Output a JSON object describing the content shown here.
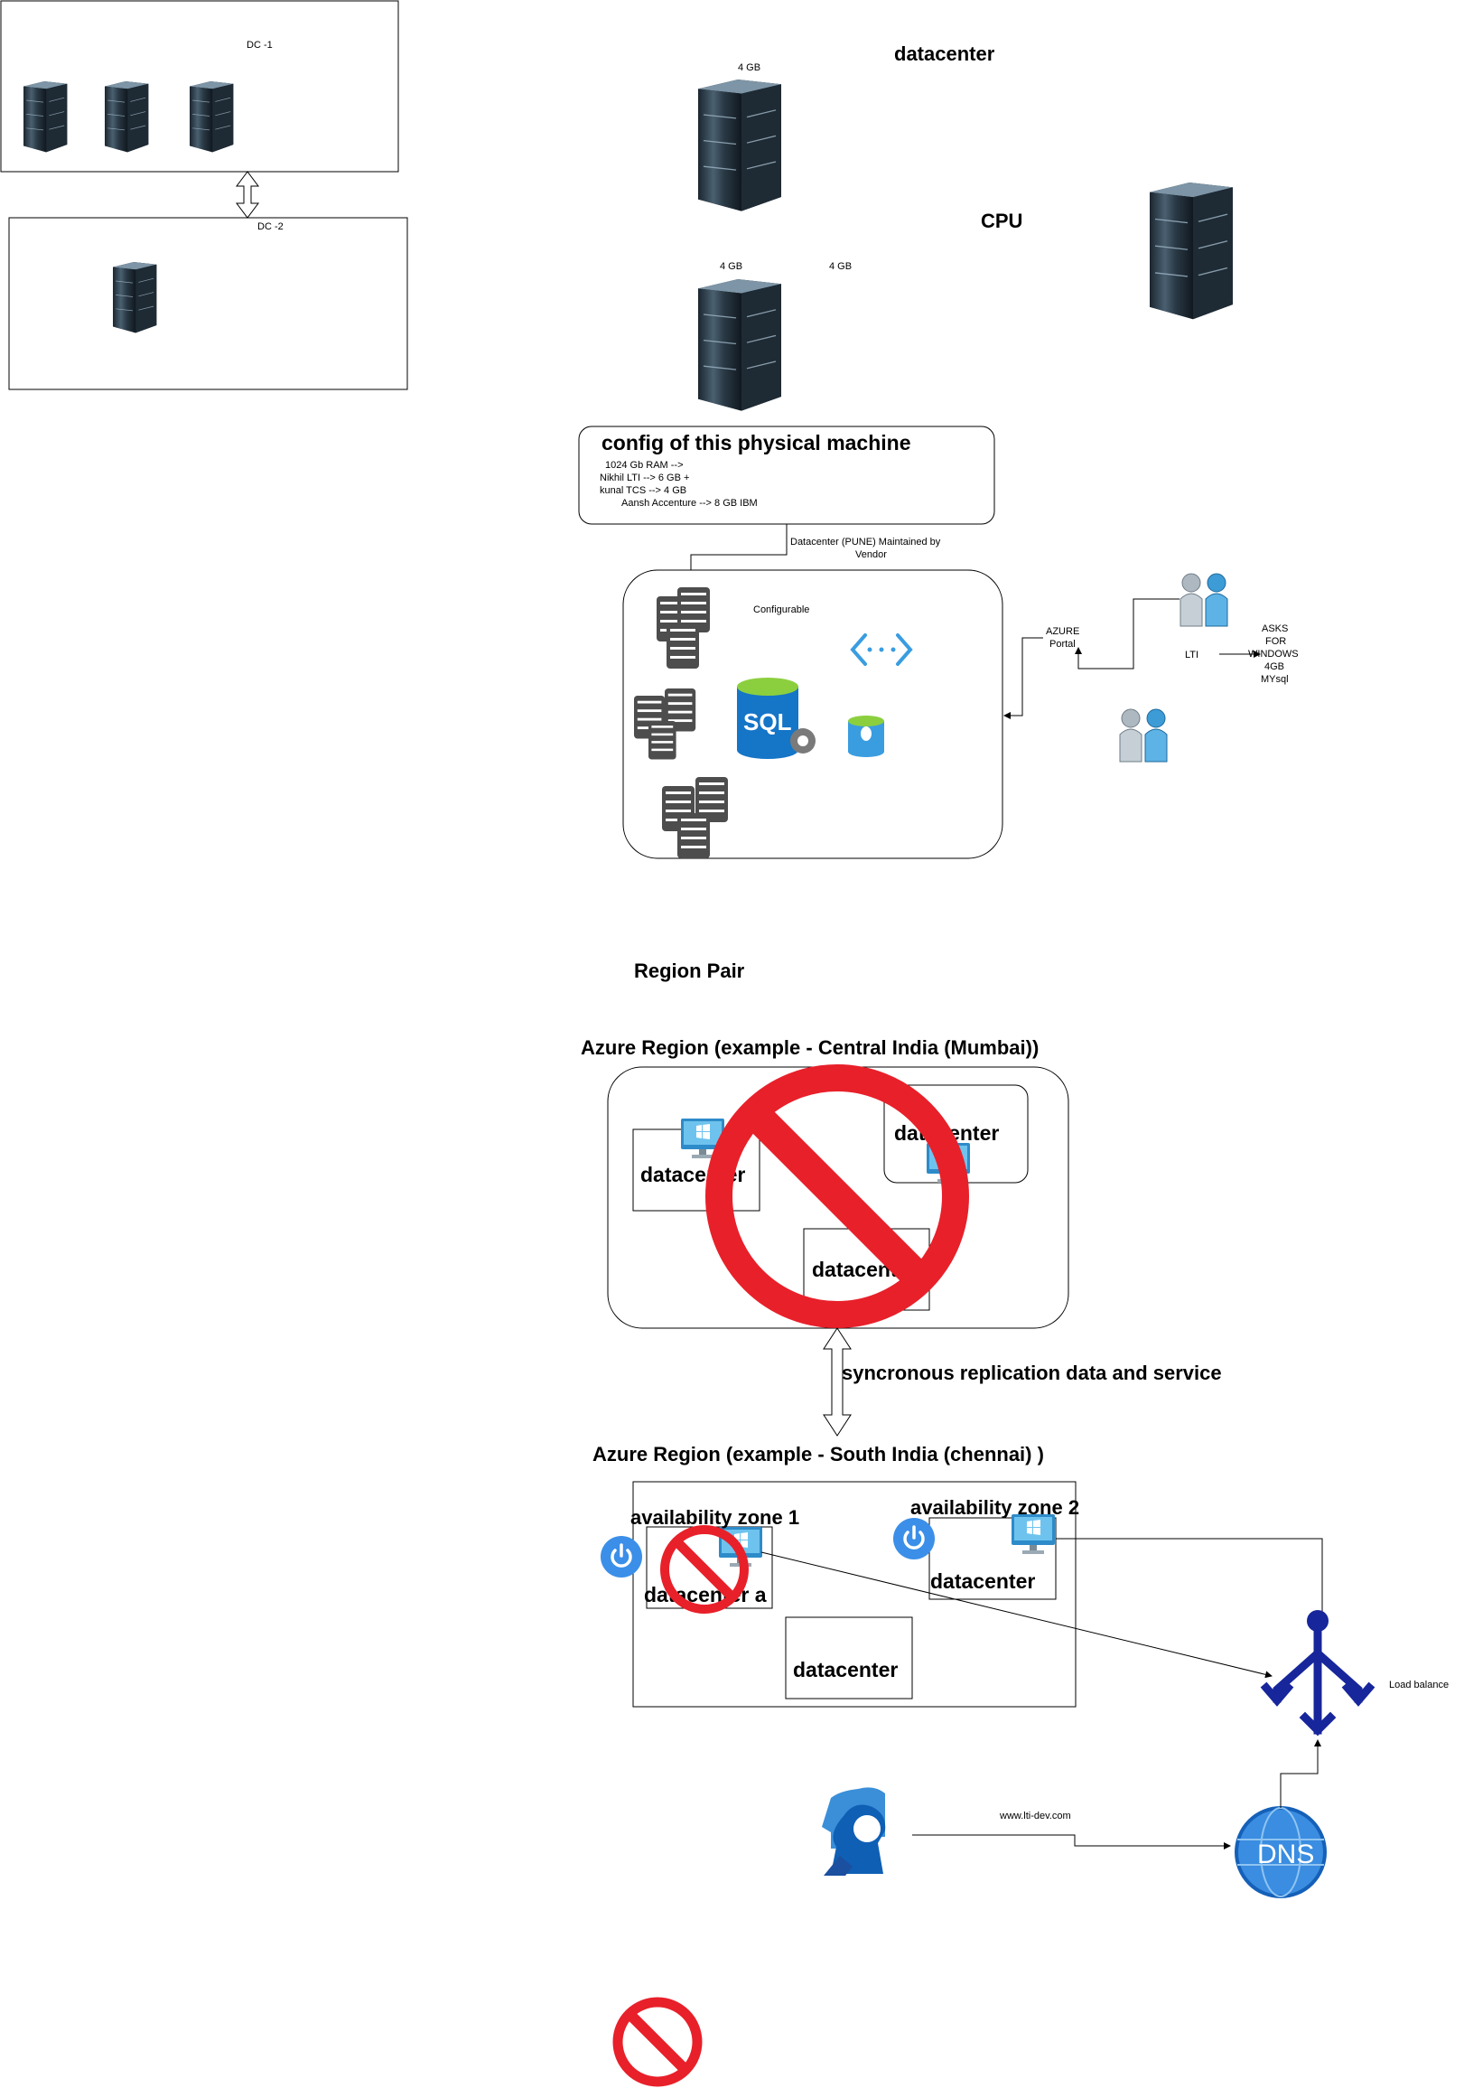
{
  "top": {
    "dc1_label": "DC -1",
    "dc2_label": "DC -2",
    "title_datacenter": "datacenter",
    "title_cpu": "CPU",
    "ram_a": "4 GB",
    "ram_b": "4 GB",
    "ram_c": "4 GB"
  },
  "config": {
    "title": "config of this physical machine",
    "lines": [
      "1024 Gb RAM  -->",
      "Nikhil LTI --> 6 GB +",
      "kunal TCS --> 4 GB",
      "Aansh Accenture -->  8 GB IBM"
    ]
  },
  "pune": {
    "label_line1": "Datacenter (PUNE) Maintained by",
    "label_line2": "Vendor",
    "configurable": "Configurable",
    "sql_text": "SQL",
    "azure_portal_line1": "AZURE",
    "azure_portal_line2": "Portal",
    "lti": "LTI",
    "asks": [
      "ASKS",
      "FOR",
      "WINDOWS",
      "4GB",
      "MYsql"
    ]
  },
  "region": {
    "region_pair": "Region Pair",
    "mumbai_title": "Azure Region (example - Central India (Mumbai))",
    "dc_label": "datacenter",
    "dc_label_a": "datacenter a",
    "replication": "syncronous replication data and service",
    "chennai_title": "Azure Region (example - South India (chennai) )",
    "az1": "availability zone 1",
    "az2": "availability zone 2",
    "load_balance": "Load balance",
    "url": "www.lti-dev.com",
    "dns": "DNS"
  }
}
